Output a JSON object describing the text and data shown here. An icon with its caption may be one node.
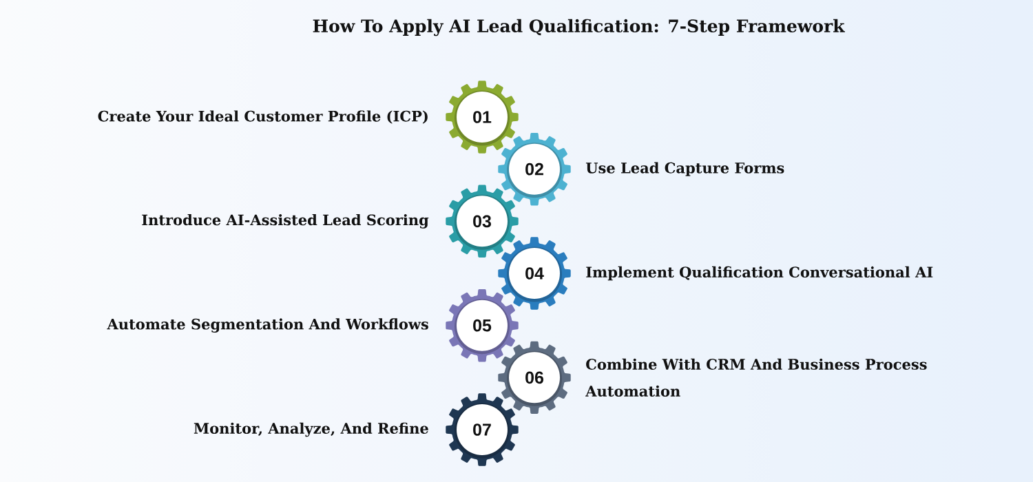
{
  "diagram": {
    "title": "How To Apply AI Lead Qualification: 7-Step Framework",
    "nodes": [
      {
        "text": [
          "01"
        ],
        "beside": [
          "Create Your Ideal Customer Profile (ICP)"
        ]
      },
      {
        "text": [
          "02"
        ],
        "beside": [
          "Use Lead Capture Forms"
        ]
      },
      {
        "text": [
          "03"
        ],
        "beside": [
          "Introduce AI-Assisted Lead Scoring"
        ]
      },
      {
        "text": [
          "04"
        ],
        "beside": [
          "Implement Qualification Conversational AI"
        ]
      },
      {
        "text": [
          "05"
        ],
        "beside": [
          "Automate Segmentation And Workflows"
        ]
      },
      {
        "text": [
          "06"
        ],
        "beside": [
          "Combine With CRM And Business Process Automation"
        ]
      },
      {
        "text": [
          "07"
        ],
        "beside": [
          "Monitor, Analyze, And Refine"
        ]
      }
    ]
  }
}
